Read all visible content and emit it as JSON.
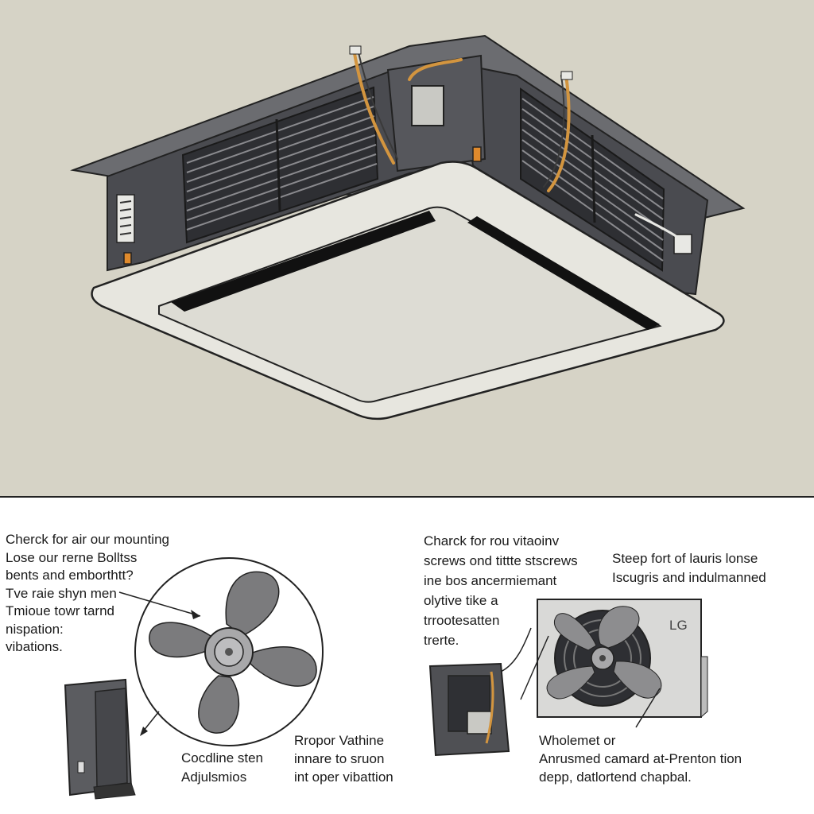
{
  "callouts": {
    "top_left": "Cherck for air our mounting\nLose our rerne Bolltss\nbents and emborthtt?\nTve raie shyn men\nTmioue towr tarnd\nnispation:\nvibations.",
    "top_middle": "Charck for rou vitaoinv\nscrews ond tittte stscrews\nine bos ancermiemant\nolytive tike a\ntrrootesatten\ntrerte.",
    "top_right": "Steep fort of lauris lonse\nIscugris and indulmanned",
    "bottom_left": "Cocdline sten\nAdjulsmios",
    "bottom_middle": "Rropor Vathine\ninnare to sruon\nint oper vibattion",
    "bottom_right": "Wholemet or\nAnrusmed camard at-Prenton tion\ndepp, datlortend chapbal."
  },
  "brand_label": "LG",
  "colors": {
    "ceiling": "#d6d3c6",
    "unit_body": "#4a4b50",
    "panel": "#e7e6df",
    "fan_blade": "#7b7b7d",
    "wire": "#d3953f"
  }
}
